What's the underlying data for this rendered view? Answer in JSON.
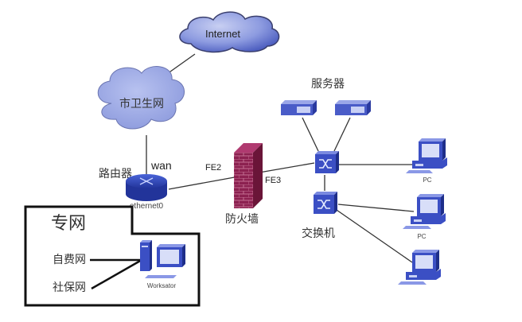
{
  "title": "网络拓扑图",
  "nodes": {
    "internet": {
      "label": "Internet",
      "type": "cloud"
    },
    "city_health_net": {
      "label": "市卫生网",
      "type": "cloud"
    },
    "router": {
      "label": "路由器",
      "type": "router"
    },
    "firewall": {
      "label": "防火墙",
      "type": "firewall"
    },
    "servers": {
      "label": "服务器",
      "type": "server-group"
    },
    "switch": {
      "label": "交换机",
      "type": "switch"
    },
    "pc1": {
      "label": "PC",
      "type": "pc"
    },
    "pc2": {
      "label": "PC",
      "type": "pc"
    },
    "pc3": {
      "label": "",
      "type": "pc"
    },
    "workstation": {
      "label": "Worksator",
      "type": "workstation"
    }
  },
  "interfaces": {
    "wan": "wan",
    "ethernet0": "ethernet0",
    "fe2": "FE2",
    "fe3": "FE3"
  },
  "private_network": {
    "title": "专网",
    "items": [
      "自费网",
      "社保网"
    ]
  },
  "colors": {
    "cloud_fill": "#7f8fd6",
    "cloud_stroke": "#3a3f6e",
    "device_blue": "#3b4fc4",
    "firewall": "#8a2050",
    "line": "#333333"
  }
}
